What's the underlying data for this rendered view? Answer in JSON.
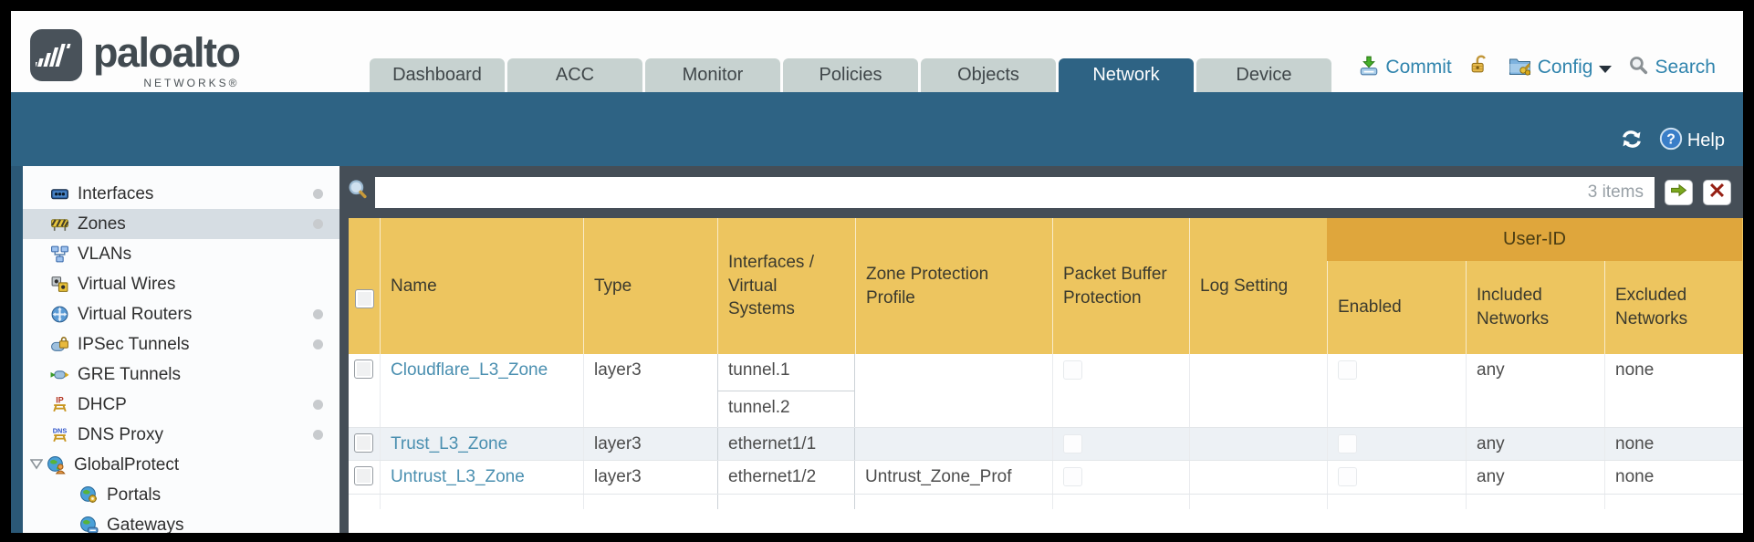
{
  "logo": {
    "brand": "paloalto",
    "sub": "NETWORKS®"
  },
  "tabs": [
    {
      "label": "Dashboard",
      "active": false
    },
    {
      "label": "ACC",
      "active": false
    },
    {
      "label": "Monitor",
      "active": false
    },
    {
      "label": "Policies",
      "active": false
    },
    {
      "label": "Objects",
      "active": false
    },
    {
      "label": "Network",
      "active": true
    },
    {
      "label": "Device",
      "active": false
    }
  ],
  "utilities": {
    "commit": "Commit",
    "config": "Config",
    "search": "Search",
    "help": "Help"
  },
  "filter": {
    "input_value": "",
    "items_count": "3 items"
  },
  "sidebar": {
    "items": [
      {
        "label": "Interfaces",
        "has_dot": true,
        "selected": false
      },
      {
        "label": "Zones",
        "has_dot": true,
        "selected": true
      },
      {
        "label": "VLANs",
        "has_dot": false,
        "selected": false
      },
      {
        "label": "Virtual Wires",
        "has_dot": false,
        "selected": false
      },
      {
        "label": "Virtual Routers",
        "has_dot": true,
        "selected": false
      },
      {
        "label": "IPSec Tunnels",
        "has_dot": true,
        "selected": false
      },
      {
        "label": "GRE Tunnels",
        "has_dot": false,
        "selected": false
      },
      {
        "label": "DHCP",
        "has_dot": true,
        "selected": false
      },
      {
        "label": "DNS Proxy",
        "has_dot": true,
        "selected": false
      },
      {
        "label": "GlobalProtect",
        "has_dot": false,
        "selected": false,
        "expanded": true
      },
      {
        "label": "Portals",
        "has_dot": false,
        "selected": false,
        "child": true
      },
      {
        "label": "Gateways",
        "has_dot": false,
        "selected": false,
        "child": true
      }
    ]
  },
  "table": {
    "group_header": "User-ID",
    "columns": [
      "Name",
      "Type",
      "Interfaces / Virtual Systems",
      "Zone Protection Profile",
      "Packet Buffer Protection",
      "Log Setting",
      "Enabled",
      "Included Networks",
      "Excluded Networks"
    ],
    "rows": [
      {
        "name": "Cloudflare_L3_Zone",
        "type": "layer3",
        "interfaces": [
          "tunnel.1",
          "tunnel.2"
        ],
        "zone_protection_profile": "",
        "packet_buffer_protection": false,
        "log_setting": "",
        "user_id_enabled": false,
        "included_networks": "any",
        "excluded_networks": "none"
      },
      {
        "name": "Trust_L3_Zone",
        "type": "layer3",
        "interfaces": [
          "ethernet1/1"
        ],
        "zone_protection_profile": "",
        "packet_buffer_protection": false,
        "log_setting": "",
        "user_id_enabled": false,
        "included_networks": "any",
        "excluded_networks": "none"
      },
      {
        "name": "Untrust_L3_Zone",
        "type": "layer3",
        "interfaces": [
          "ethernet1/2"
        ],
        "zone_protection_profile": "Untrust_Zone_Prof",
        "packet_buffer_protection": false,
        "log_setting": "",
        "user_id_enabled": false,
        "included_networks": "any",
        "excluded_networks": "none"
      }
    ]
  },
  "icons": [
    "palo-alto-logo-icon",
    "commit-icon",
    "lock-open-icon",
    "config-icon",
    "search-icon",
    "refresh-icon",
    "help-icon",
    "filter-search-icon",
    "apply-filter-arrow-icon",
    "clear-filter-x-icon",
    "interfaces-icon",
    "zones-icon",
    "vlans-icon",
    "virtual-wires-icon",
    "virtual-routers-icon",
    "ipsec-tunnels-icon",
    "gre-tunnels-icon",
    "dhcp-icon",
    "dns-proxy-icon",
    "globalprotect-icon",
    "portals-icon",
    "gateways-icon"
  ],
  "colors": {
    "teal_band": "#2e6384",
    "active_tab": "#2e6384",
    "inactive_tab": "#c7d2d0",
    "toolbar_gray": "#454e57",
    "header_amber": "#edc55f",
    "user_id_band": "#dfa63c",
    "link_blue": "#4a8fb0",
    "selected_nav": "#d6dde3",
    "alt_row": "#edf1f5",
    "top_link_blue": "#3084ad"
  }
}
